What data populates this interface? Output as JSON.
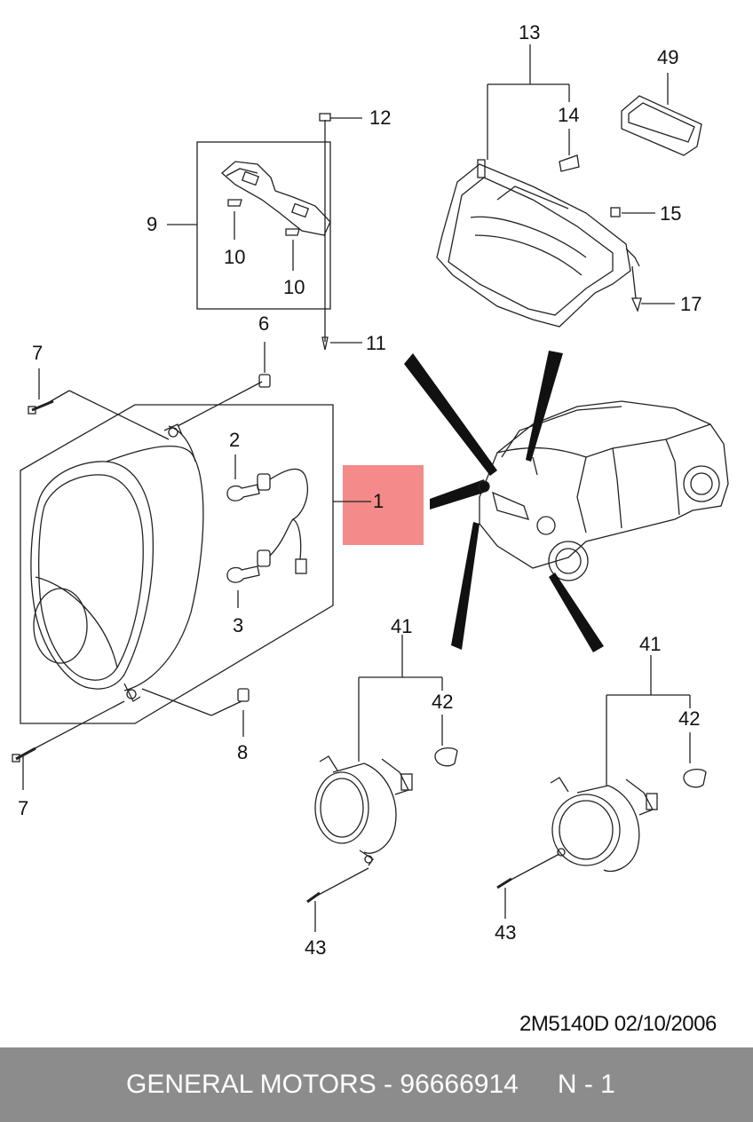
{
  "callouts": {
    "c1": "1",
    "c2": "2",
    "c3": "3",
    "c6": "6",
    "c7a": "7",
    "c7b": "7",
    "c8": "8",
    "c9": "9",
    "c10a": "10",
    "c10b": "10",
    "c11": "11",
    "c12": "12",
    "c13": "13",
    "c14": "14",
    "c15": "15",
    "c17": "17",
    "c49": "49",
    "c41a": "41",
    "c42a": "42",
    "c43a": "43",
    "c41b": "41",
    "c42b": "42",
    "c43b": "43"
  },
  "drawing_code": "2M5140D  02/10/2006",
  "footer": {
    "brand_part": "GENERAL MOTORS - 96666914",
    "page": "N - 1"
  },
  "colors": {
    "highlight": "#f48a8a",
    "footer_bg": "#8c8c8c"
  }
}
